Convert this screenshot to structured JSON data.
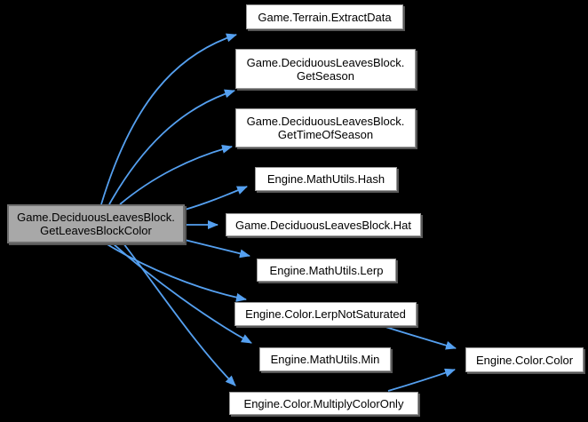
{
  "diagram": {
    "type": "call-graph",
    "description": "Doxygen-style call graph on black background",
    "colors": {
      "background": "#000000",
      "edge": "#55a0f0",
      "node_fill": "#ffffff",
      "node_border": "#9a9a9a",
      "focus_fill": "#a8a8a8",
      "focus_border": "#6f6f6f",
      "text": "#000000"
    },
    "focus_node": {
      "line1": "Game.DeciduousLeavesBlock.",
      "line2": "GetLeavesBlockColor",
      "full": "Game.DeciduousLeavesBlock.GetLeavesBlockColor"
    },
    "nodes": [
      {
        "id": "extract-data",
        "line1": "Game.Terrain.ExtractData"
      },
      {
        "id": "get-season",
        "line1": "Game.DeciduousLeavesBlock.",
        "line2": "GetSeason"
      },
      {
        "id": "get-time-of-season",
        "line1": "Game.DeciduousLeavesBlock.",
        "line2": "GetTimeOfSeason"
      },
      {
        "id": "hash",
        "line1": "Engine.MathUtils.Hash"
      },
      {
        "id": "hat",
        "line1": "Game.DeciduousLeavesBlock.Hat"
      },
      {
        "id": "lerp",
        "line1": "Engine.MathUtils.Lerp"
      },
      {
        "id": "lerp-not-saturated",
        "line1": "Engine.Color.LerpNotSaturated"
      },
      {
        "id": "min",
        "line1": "Engine.MathUtils.Min"
      },
      {
        "id": "multiply-color-only",
        "line1": "Engine.Color.MultiplyColorOnly"
      },
      {
        "id": "color",
        "line1": "Engine.Color.Color"
      }
    ],
    "edges": [
      {
        "from": "Game.DeciduousLeavesBlock.GetLeavesBlockColor",
        "to": "Game.Terrain.ExtractData"
      },
      {
        "from": "Game.DeciduousLeavesBlock.GetLeavesBlockColor",
        "to": "Game.DeciduousLeavesBlock.GetSeason"
      },
      {
        "from": "Game.DeciduousLeavesBlock.GetLeavesBlockColor",
        "to": "Game.DeciduousLeavesBlock.GetTimeOfSeason"
      },
      {
        "from": "Game.DeciduousLeavesBlock.GetLeavesBlockColor",
        "to": "Engine.MathUtils.Hash"
      },
      {
        "from": "Game.DeciduousLeavesBlock.GetLeavesBlockColor",
        "to": "Game.DeciduousLeavesBlock.Hat"
      },
      {
        "from": "Game.DeciduousLeavesBlock.GetLeavesBlockColor",
        "to": "Engine.MathUtils.Lerp"
      },
      {
        "from": "Game.DeciduousLeavesBlock.GetLeavesBlockColor",
        "to": "Engine.Color.LerpNotSaturated"
      },
      {
        "from": "Game.DeciduousLeavesBlock.GetLeavesBlockColor",
        "to": "Engine.MathUtils.Min"
      },
      {
        "from": "Game.DeciduousLeavesBlock.GetLeavesBlockColor",
        "to": "Engine.Color.MultiplyColorOnly"
      },
      {
        "from": "Engine.Color.LerpNotSaturated",
        "to": "Engine.Color.Color"
      },
      {
        "from": "Engine.Color.MultiplyColorOnly",
        "to": "Engine.Color.Color"
      }
    ]
  }
}
